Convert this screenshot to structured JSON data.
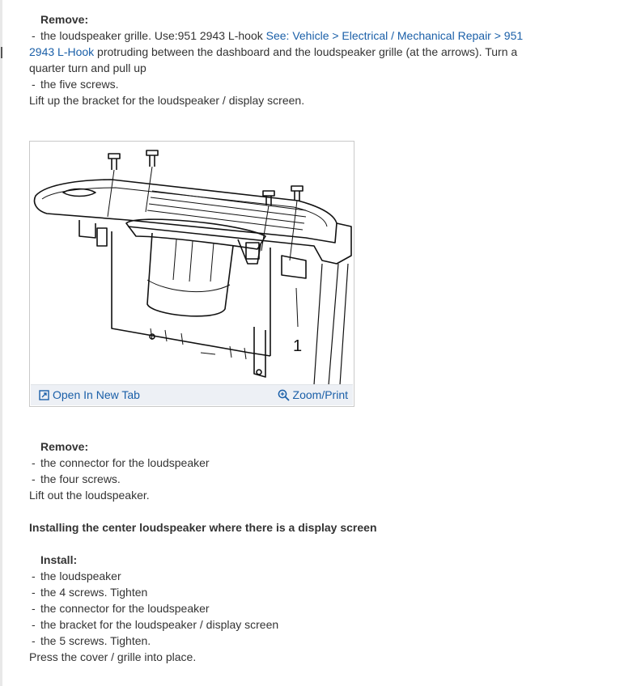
{
  "step1": {
    "heading": "Remove:",
    "item1_pre": "the loudspeaker grille. Use:951 2943 L-hook ",
    "item1_link": "See: Vehicle > Electrical / Mechanical Repair > 951 2943 L-Hook",
    "item1_post": " protruding between the dashboard and the loudspeaker grille (at the arrows). Turn a quarter turn and pull up",
    "item2": "the five screws.",
    "note": "Lift up the bracket for the loudspeaker / display screen."
  },
  "figure": {
    "callout": "1",
    "open_tab_label": "Open In New Tab",
    "open_tab_icon": "open-in-new-tab-icon",
    "zoom_label": "Zoom/Print",
    "zoom_icon": "zoom-in-icon"
  },
  "step2": {
    "heading": "Remove:",
    "item1": "the connector for the loudspeaker",
    "item2": "the four screws.",
    "note": "Lift out the loudspeaker."
  },
  "section_title": "Installing the center loudspeaker where there is a display screen",
  "step3": {
    "heading": "Install:",
    "items": [
      "the loudspeaker",
      "the 4 screws. Tighten",
      "the connector for the loudspeaker",
      "the bracket for the loudspeaker / display screen",
      "the 5 screws. Tighten."
    ],
    "note": "Press the cover / grille into place."
  },
  "dash": "-"
}
